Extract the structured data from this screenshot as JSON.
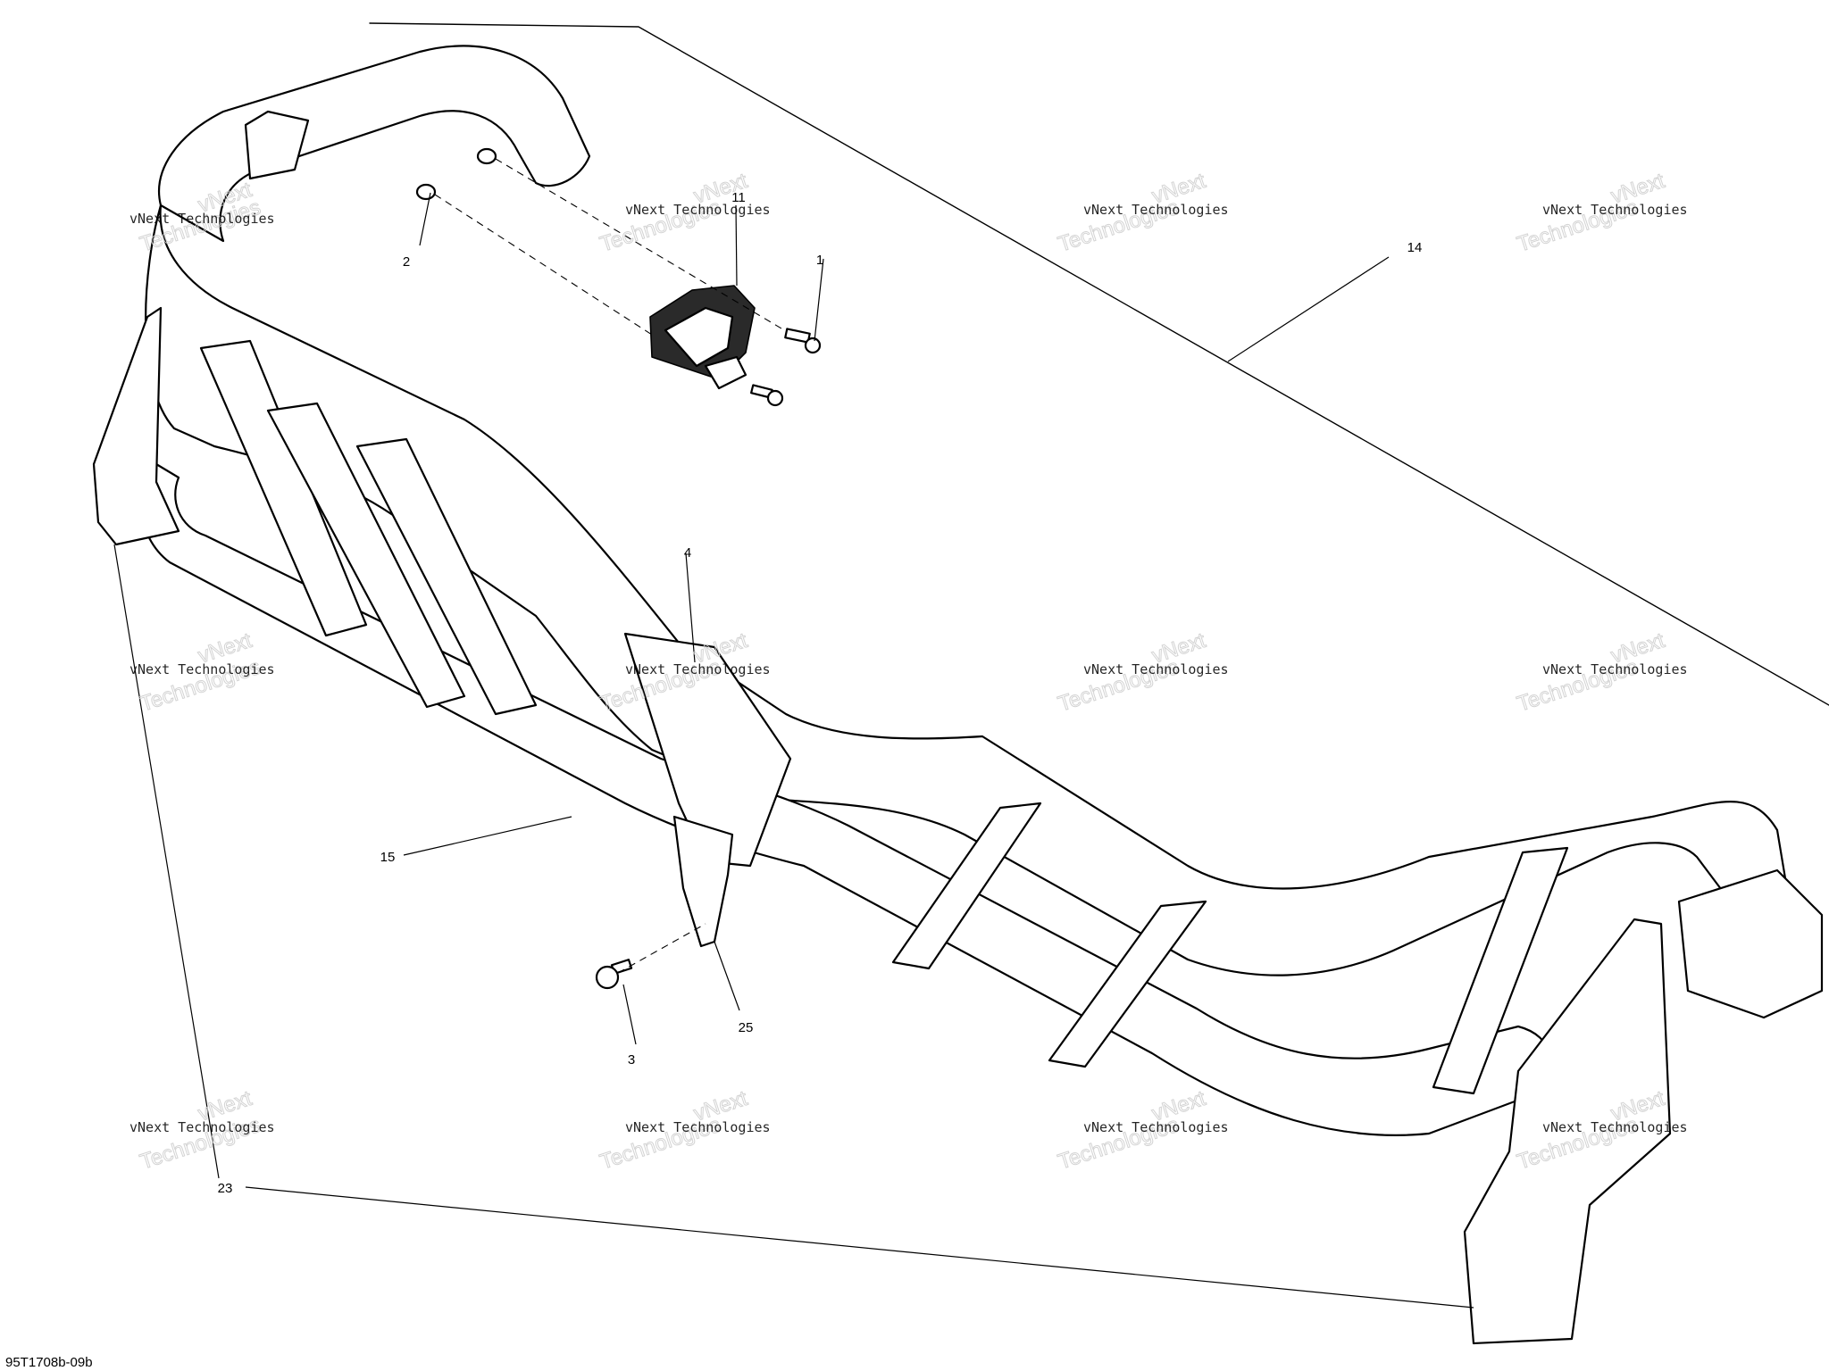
{
  "diagram": {
    "drawing_code": "95T1708b-09b",
    "callouts": [
      {
        "id": "c1",
        "label": "1"
      },
      {
        "id": "c2",
        "label": "2"
      },
      {
        "id": "c3",
        "label": "3"
      },
      {
        "id": "c4",
        "label": "4"
      },
      {
        "id": "c11",
        "label": "11"
      },
      {
        "id": "c14",
        "label": "14"
      },
      {
        "id": "c15",
        "label": "15"
      },
      {
        "id": "c23",
        "label": "23"
      },
      {
        "id": "c25",
        "label": "25"
      }
    ],
    "watermark": {
      "line_small": "vNext Technologies",
      "line_large_1": "vNext",
      "line_large_2": "Technologies"
    },
    "colors": {
      "ink": "#000000",
      "paper": "#ffffff",
      "watermark": "#cfcfcf"
    }
  }
}
